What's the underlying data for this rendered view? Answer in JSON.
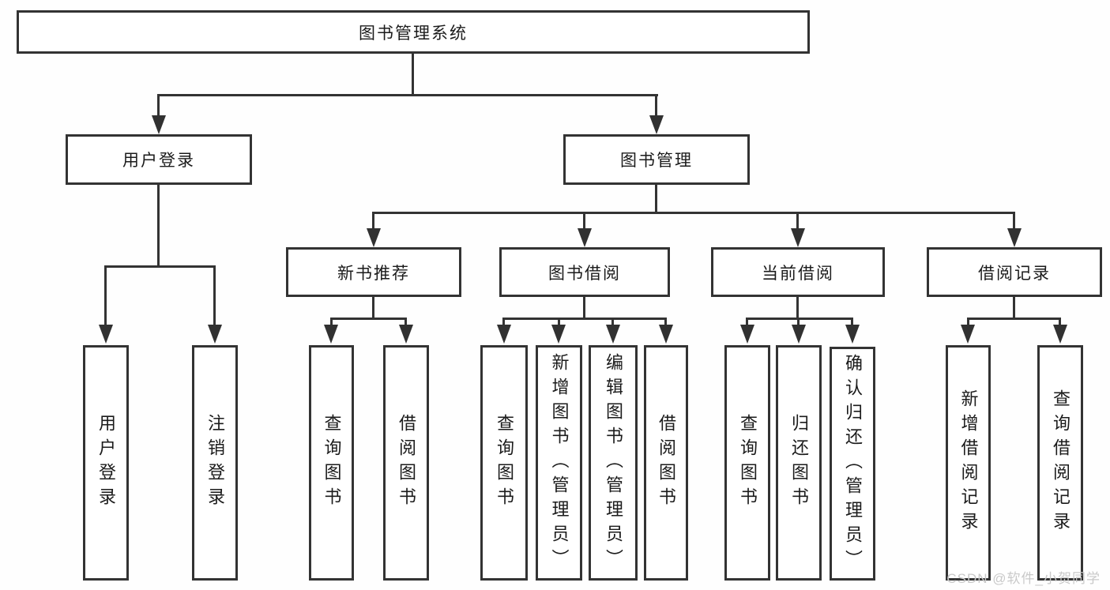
{
  "tree": {
    "root": {
      "label": "图书管理系统",
      "children": [
        {
          "label": "用户登录",
          "children": [
            "用户登录",
            "注销登录"
          ]
        },
        {
          "label": "图书管理",
          "children": [
            {
              "label": "新书推荐",
              "children": [
                "查询图书",
                "借阅图书"
              ]
            },
            {
              "label": "图书借阅",
              "children": [
                "查询图书",
                "新增图书（管理员）",
                "编辑图书（管理员）",
                "借阅图书"
              ]
            },
            {
              "label": "当前借阅",
              "children": [
                "查询图书",
                "归还图书",
                "确认归还（管理员）"
              ]
            },
            {
              "label": "借阅记录",
              "children": [
                "新增借阅记录",
                "查询借阅记录"
              ]
            }
          ]
        }
      ]
    }
  },
  "watermark": "CSDN @软件_小贺同学",
  "colors": {
    "line": "#333333",
    "box_border": "#333333",
    "box_fill": "#ffffff",
    "text": "#1b1b1b",
    "watermark_text": "#c9c9c9",
    "background": "#fefefe"
  }
}
